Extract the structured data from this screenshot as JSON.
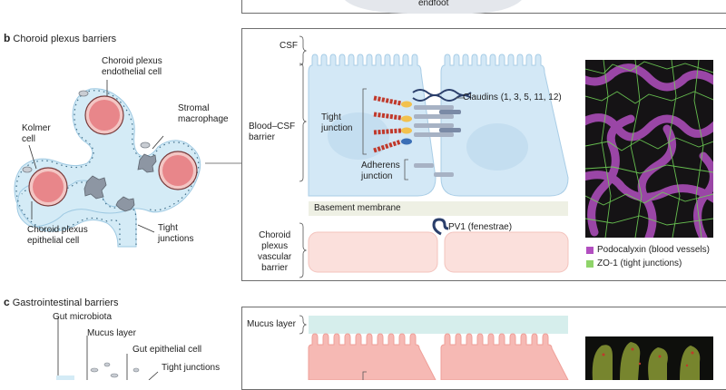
{
  "top": {
    "endfoot_label": "endfoot"
  },
  "section_b": {
    "letter": "b",
    "title": "Choroid plexus barriers",
    "left_labels": {
      "endothelial": "Choroid plexus\nendothelial cell",
      "stromal": "Stromal\nmacrophage",
      "kolmer": "Kolmer\ncell",
      "epithelial": "Choroid plexus\nepithelial cell",
      "tight": "Tight\njunctions"
    },
    "panel": {
      "csf": "CSF",
      "blood_csf": "Blood–CSF\nbarrier",
      "vascular": "Choroid\nplexus\nvascular\nbarrier",
      "tight_junction": "Tight\njunction",
      "claudins": "Claudins (1, 3, 5, 11, 12)",
      "adherens": "Adherens\njunction",
      "basement": "Basement membrane",
      "pv1": "PV1 (fenestrae)"
    },
    "legend": [
      {
        "label": "Podocalyxin (blood vessels)",
        "color": "#b24fc0"
      },
      {
        "label": "ZO-1 (tight junctions)",
        "color": "#8fd46a"
      }
    ]
  },
  "section_c": {
    "letter": "c",
    "title": "Gastrointestinal barriers",
    "left_labels": {
      "microbiota": "Gut microbiota",
      "mucus": "Mucus layer",
      "epithelial": "Gut epithelial cell",
      "tight": "Tight junctions"
    },
    "panel": {
      "mucus": "Mucus layer"
    }
  },
  "colors": {
    "epithelium_blue": "#cfe6f5",
    "vascular_pink": "#fbe0dc",
    "gut_pink": "#f6b9b4",
    "mucus_teal": "#d6eeec",
    "claudin_navy": "#2b3f6b",
    "tight_red": "#c0392b"
  }
}
